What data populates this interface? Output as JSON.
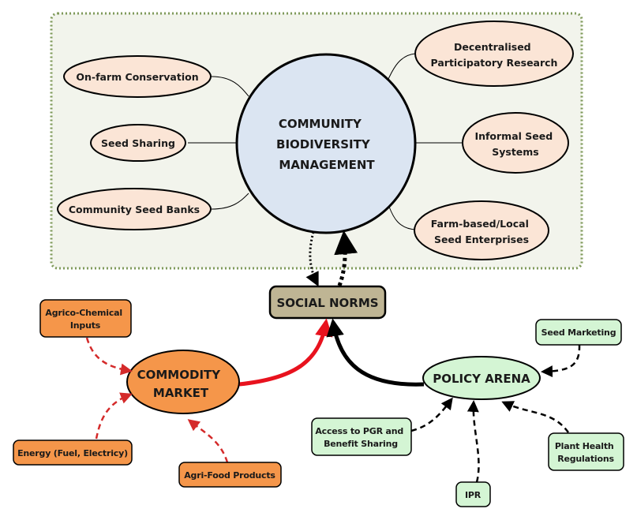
{
  "colors": {
    "container_bg": "#f2f4ec",
    "container_border": "#7f9a5a",
    "central_fill": "#dbe5f2",
    "satellite_fill": "#fbe5d6",
    "social_fill": "#bfb594",
    "commodity_fill": "#f5964a",
    "policy_fill": "#d4f5d4",
    "red_arrow": "#e8121e",
    "dashed_red": "#d42a2a"
  },
  "container": {
    "central": {
      "lines": [
        "COMMUNITY",
        "BIODIVERSITY",
        "MANAGEMENT"
      ]
    },
    "left_nodes": [
      {
        "label": "On-farm Conservation"
      },
      {
        "label": "Seed Sharing"
      },
      {
        "label": "Community Seed Banks"
      }
    ],
    "right_nodes": [
      {
        "lines": [
          "Decentralised",
          "Participatory Research"
        ]
      },
      {
        "lines": [
          "Informal Seed",
          "Systems"
        ]
      },
      {
        "lines": [
          "Farm-based/Local",
          "Seed Enterprises"
        ]
      }
    ]
  },
  "social_norms": {
    "label": "SOCIAL NORMS"
  },
  "commodity_market": {
    "lines": [
      "COMMODITY",
      "MARKET"
    ],
    "inputs": [
      {
        "lines": [
          "Agrico-Chemical",
          "Inputs"
        ]
      },
      {
        "lines": [
          "Energy (Fuel, Electricy)"
        ]
      },
      {
        "lines": [
          "Agri-Food Products"
        ]
      }
    ]
  },
  "policy_arena": {
    "label": "POLICY ARENA",
    "inputs": [
      {
        "lines": [
          "Seed Marketing"
        ]
      },
      {
        "lines": [
          "Access to PGR and",
          "Benefit Sharing"
        ]
      },
      {
        "lines": [
          "IPR"
        ]
      },
      {
        "lines": [
          "Plant Health",
          "Regulations"
        ]
      }
    ]
  }
}
